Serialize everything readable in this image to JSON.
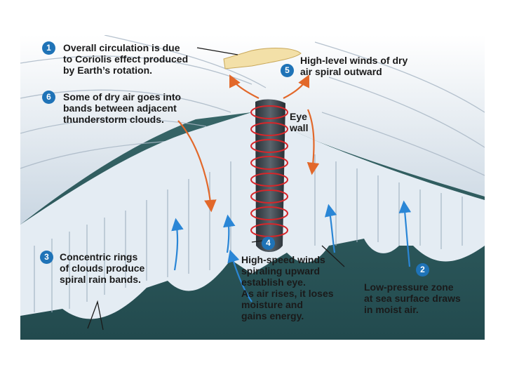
{
  "colors": {
    "badge": "#1f73b7",
    "label_text": "#1a1a1a",
    "arrow_orange": "#e2682a",
    "arrow_blue": "#2a86d6",
    "eye_coil": "#d6262a",
    "sea": "#2f5f63",
    "cloud": "#eef3f8",
    "background": "#ffffff"
  },
  "steps": [
    {
      "number": "1",
      "text": "Overall circulation is due\nto Coriolis effect produced\nby Earth’s rotation."
    },
    {
      "number": "2",
      "text": "Low-pressure zone\nat sea surface draws\nin moist air."
    },
    {
      "number": "3",
      "text": "Concentric rings\nof clouds produce\nspiral rain bands."
    },
    {
      "number": "4",
      "text": "High-speed winds\nspiraling upward\nestablish eye.\nAs air rises, it loses\nmoisture and\ngains energy."
    },
    {
      "number": "5",
      "text": "High-level winds of dry\nair spiral outward"
    },
    {
      "number": "6",
      "text": "Some of dry air goes into\nbands between adjacent\nthunderstorm clouds."
    }
  ],
  "eye_wall_label": "Eye\nwall"
}
